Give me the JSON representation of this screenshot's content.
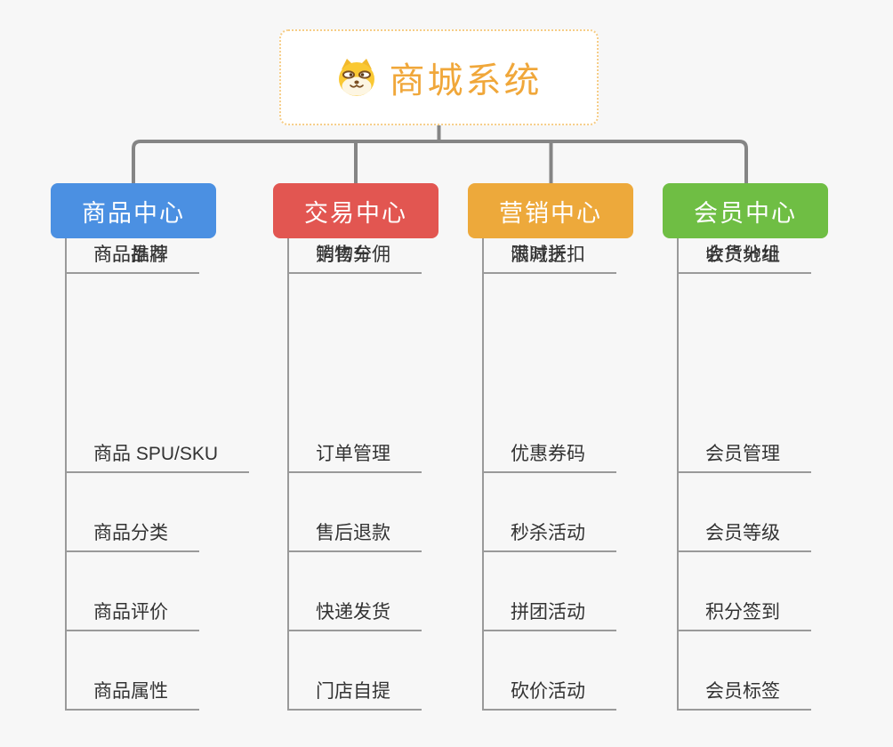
{
  "canvas": {
    "background_color": "#f7f7f7",
    "connector_color": "#858585",
    "leaf_line_color": "#9a9a9a",
    "leaf_text_color": "#333333"
  },
  "root": {
    "title": "商城系统",
    "icon": "shiba-dog-icon",
    "text_color": "#f0a73a",
    "border_color": "#f6cd87",
    "background_color": "#ffffff"
  },
  "branches": [
    {
      "label": "商品中心",
      "color": "#4b90e2",
      "items": [
        "商品 SPU/SKU",
        "商品分类",
        "商品评价",
        "商品属性",
        "商品推荐",
        "商品品牌"
      ]
    },
    {
      "label": "交易中心",
      "color": "#e25651",
      "items": [
        "订单管理",
        "售后退款",
        "快递发货",
        "门店自提",
        "购物车",
        "销售分佣"
      ]
    },
    {
      "label": "营销中心",
      "color": "#eda93b",
      "items": [
        "优惠券码",
        "秒杀活动",
        "拼团活动",
        "砍价活动",
        "限时折扣",
        "满减送"
      ]
    },
    {
      "label": "会员中心",
      "color": "#6fbe44",
      "items": [
        "会员管理",
        "会员等级",
        "积分签到",
        "会员标签",
        "会员分组",
        "收货地址"
      ]
    }
  ]
}
